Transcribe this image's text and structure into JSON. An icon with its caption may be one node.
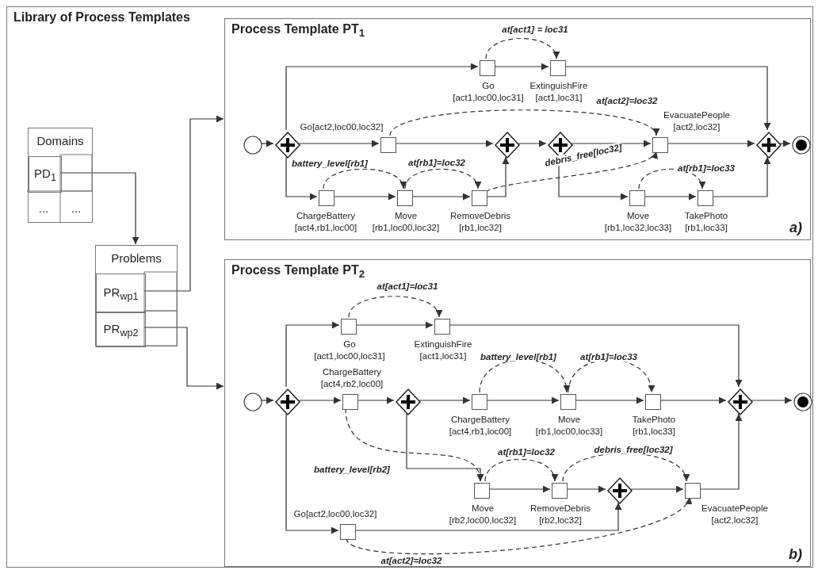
{
  "diagram": {
    "nodes": [
      {
        "text": [
          "Library of Process Templates"
        ]
      },
      {
        "text": [
          "Domains"
        ],
        "in": 0
      },
      {
        "text": [
          "PD$_{1}$"
        ],
        "in": 1
      },
      {
        "text": [
          "Problems"
        ],
        "in": 0
      },
      {
        "text": [
          "PR$_{wp1}$"
        ],
        "in": 3
      },
      {
        "text": [
          "PR$_{wp2}$"
        ],
        "in": 3
      },
      {
        "text": [
          "Process Template PT$_{1}$",
          "a)"
        ],
        "in": 0
      },
      {
        "text": [],
        "shape": "circle",
        "in": 6
      },
      {
        "text": [],
        "shape": "diamond",
        "in": 6
      },
      {
        "text": [
          "Go [act1,loc00,loc31]"
        ],
        "in": 6
      },
      {
        "text": [
          "ExtinguishFire [act1,loc31]"
        ],
        "in": 6
      },
      {
        "text": [
          "Go[act2,loc00,loc32]"
        ],
        "in": 6
      },
      {
        "text": [
          "ChargeBattery [act4,rb1,loc00]"
        ],
        "in": 6
      },
      {
        "text": [
          "Move [rb1,loc00,loc32]"
        ],
        "in": 6
      },
      {
        "text": [
          "RemoveDebris [rb1,loc32]"
        ],
        "in": 6
      },
      {
        "text": [],
        "shape": "diamond",
        "in": 6
      },
      {
        "text": [],
        "shape": "diamond",
        "in": 6
      },
      {
        "text": [
          "EvacuatePeople [act2,loc32]"
        ],
        "in": 6
      },
      {
        "text": [
          "Move [rb1,loc32,loc33]"
        ],
        "in": 6
      },
      {
        "text": [
          "TakePhoto [rb1,loc33]"
        ],
        "in": 6
      },
      {
        "text": [],
        "shape": "diamond",
        "in": 6
      },
      {
        "text": [],
        "shape": "circle",
        "in": 6
      },
      {
        "text": [
          "Process Template PT$_{2}$",
          "b)"
        ],
        "in": 0
      },
      {
        "text": [],
        "shape": "circle",
        "in": 22
      },
      {
        "text": [],
        "shape": "diamond",
        "in": 22
      },
      {
        "text": [
          "Go [act1,loc00,loc31]"
        ],
        "in": 22
      },
      {
        "text": [
          "ExtinguishFire [act1,loc31]"
        ],
        "in": 22
      },
      {
        "text": [
          "ChargeBattery [act4,rb2,loc00]"
        ],
        "in": 22
      },
      {
        "text": [],
        "shape": "diamond",
        "in": 22
      },
      {
        "text": [
          "ChargeBattery [act4,rb1,loc00]"
        ],
        "in": 22
      },
      {
        "text": [
          "Move [rb1,loc00,loc33]"
        ],
        "in": 22
      },
      {
        "text": [
          "TakePhoto [rb1,loc33]"
        ],
        "in": 22
      },
      {
        "text": [
          "Move [rb2,loc00,loc32]"
        ],
        "in": 22
      },
      {
        "text": [
          "RemoveDebris [rb2,loc32]"
        ],
        "in": 22
      },
      {
        "text": [],
        "shape": "diamond",
        "in": 22
      },
      {
        "text": [
          "EvacuatePeople [act2,loc32]"
        ],
        "in": 22
      },
      {
        "text": [
          "Go[act2,loc00,loc32]"
        ],
        "in": 22
      },
      {
        "text": [],
        "shape": "diamond",
        "in": 22
      },
      {
        "text": [],
        "shape": "circle",
        "in": 22
      }
    ],
    "edges": [
      {
        "from": 2,
        "to": 3,
        "arrow": "to"
      },
      {
        "from": 4,
        "to": 6,
        "arrow": "to"
      },
      {
        "from": 5,
        "to": 22,
        "arrow": "to"
      },
      {
        "from": 7,
        "to": 8,
        "arrow": "to"
      },
      {
        "from": 8,
        "to": 9,
        "arrow": "to"
      },
      {
        "from": 9,
        "to": 10,
        "arrow": "to"
      },
      {
        "from": 10,
        "to": 20,
        "arrow": "to"
      },
      {
        "from": 8,
        "to": 11,
        "arrow": "to"
      },
      {
        "from": 11,
        "to": 15,
        "arrow": "to"
      },
      {
        "from": 8,
        "to": 12,
        "arrow": "to"
      },
      {
        "from": 12,
        "to": 13,
        "arrow": "to"
      },
      {
        "from": 13,
        "to": 14,
        "arrow": "to"
      },
      {
        "from": 14,
        "to": 15,
        "arrow": "to"
      },
      {
        "from": 15,
        "to": 16,
        "arrow": "to"
      },
      {
        "from": 16,
        "to": 17,
        "arrow": "to"
      },
      {
        "from": 17,
        "to": 20,
        "arrow": "to"
      },
      {
        "from": 16,
        "to": 18,
        "arrow": "to"
      },
      {
        "from": 18,
        "to": 19,
        "arrow": "to"
      },
      {
        "from": 19,
        "to": 20,
        "arrow": "to"
      },
      {
        "from": 20,
        "to": 21,
        "arrow": "to"
      },
      {
        "from": 9,
        "to": 10,
        "arrow": "to",
        "style": "dashed",
        "label": "at[act1] = loc31"
      },
      {
        "from": 11,
        "to": 17,
        "arrow": "to",
        "style": "dashed",
        "label": "at[act2]=loc32"
      },
      {
        "from": 12,
        "to": 13,
        "arrow": "to",
        "style": "dashed",
        "label": "battery_level[rb1]"
      },
      {
        "from": 13,
        "to": 14,
        "arrow": "to",
        "style": "dashed",
        "label": "at[rb1]=loc32"
      },
      {
        "from": 14,
        "to": 17,
        "arrow": "to",
        "style": "dashed",
        "label": "debris_free[loc32]"
      },
      {
        "from": 18,
        "to": 19,
        "arrow": "to",
        "style": "dashed",
        "label": "at[rb1]=loc33"
      },
      {
        "from": 23,
        "to": 24,
        "arrow": "to"
      },
      {
        "from": 24,
        "to": 25,
        "arrow": "to"
      },
      {
        "from": 25,
        "to": 26,
        "arrow": "to"
      },
      {
        "from": 26,
        "to": 37,
        "arrow": "to"
      },
      {
        "from": 24,
        "to": 27,
        "arrow": "to"
      },
      {
        "from": 27,
        "to": 28,
        "arrow": "to"
      },
      {
        "from": 28,
        "to": 29,
        "arrow": "to"
      },
      {
        "from": 29,
        "to": 30,
        "arrow": "to"
      },
      {
        "from": 30,
        "to": 31,
        "arrow": "to"
      },
      {
        "from": 31,
        "to": 37,
        "arrow": "to"
      },
      {
        "from": 28,
        "to": 32,
        "arrow": "to"
      },
      {
        "from": 32,
        "to": 33,
        "arrow": "to"
      },
      {
        "from": 33,
        "to": 34,
        "arrow": "to"
      },
      {
        "from": 34,
        "to": 35,
        "arrow": "to"
      },
      {
        "from": 35,
        "to": 37,
        "arrow": "to"
      },
      {
        "from": 24,
        "to": 36,
        "arrow": "to"
      },
      {
        "from": 36,
        "to": 34,
        "arrow": "to"
      },
      {
        "from": 37,
        "to": 38,
        "arrow": "to"
      },
      {
        "from": 25,
        "to": 26,
        "arrow": "to",
        "style": "dashed",
        "label": "at[act1]=loc31"
      },
      {
        "from": 29,
        "to": 30,
        "arrow": "to",
        "style": "dashed",
        "label": "battery_level[rb1]"
      },
      {
        "from": 30,
        "to": 31,
        "arrow": "to",
        "style": "dashed",
        "label": "at[rb1]=loc33"
      },
      {
        "from": 27,
        "to": 32,
        "arrow": "to",
        "style": "dashed",
        "label": "battery_level[rb2]"
      },
      {
        "from": 32,
        "to": 33,
        "arrow": "to",
        "style": "dashed",
        "label": "at[rb1]=loc32"
      },
      {
        "from": 33,
        "to": 35,
        "arrow": "to",
        "style": "dashed",
        "label": "debris_free[loc32]"
      },
      {
        "from": 36,
        "to": 35,
        "arrow": "to",
        "style": "dashed",
        "label": "at[act2]=loc32"
      }
    ],
    "labels": [
      "...",
      "..."
    ]
  }
}
